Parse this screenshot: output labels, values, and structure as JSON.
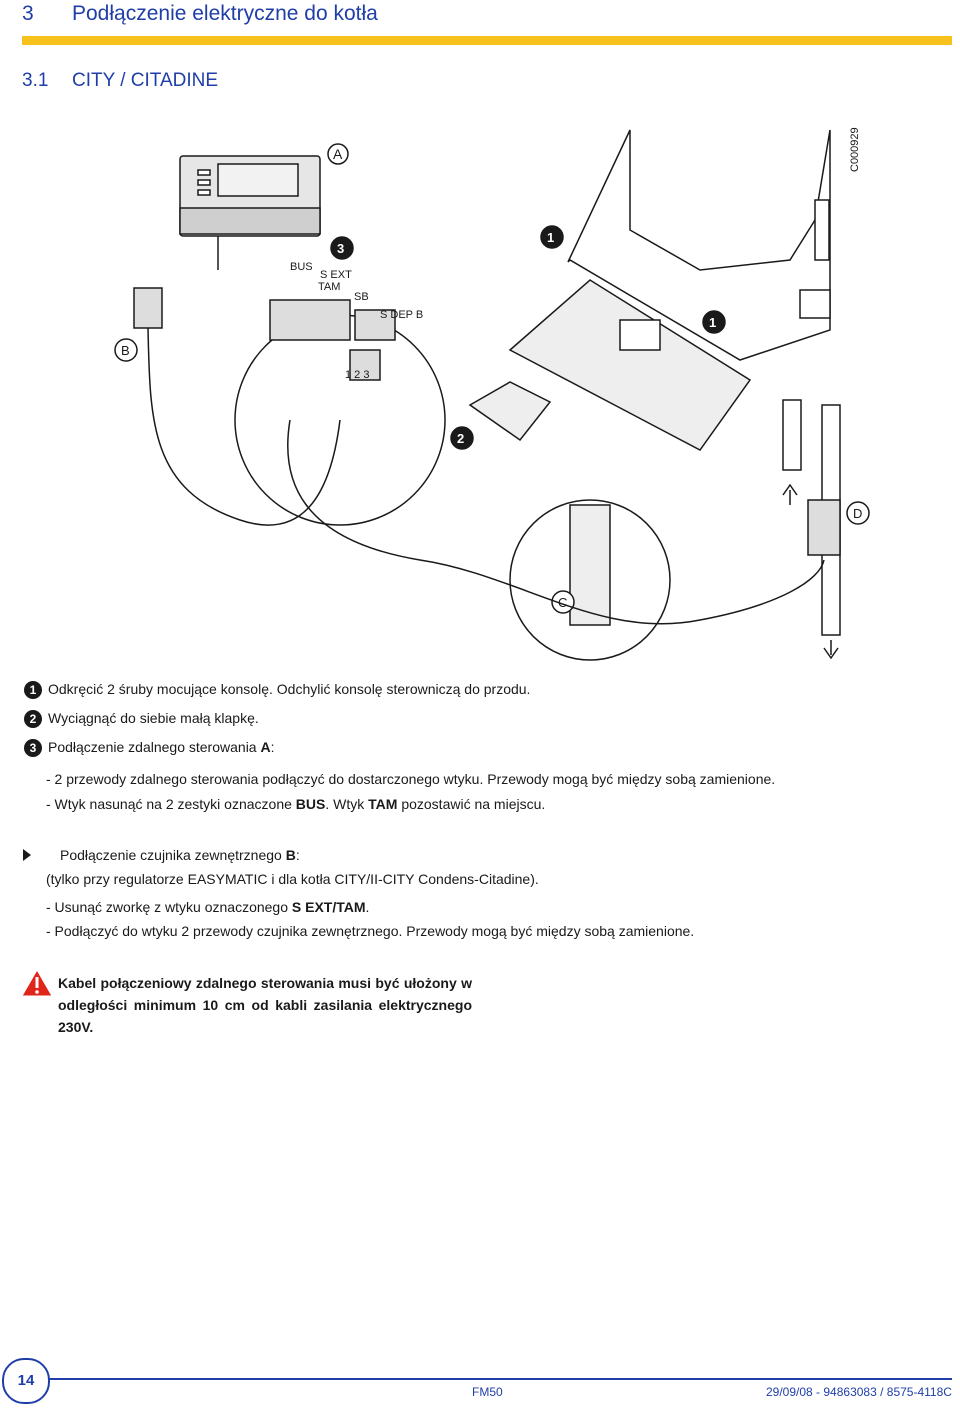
{
  "section": {
    "number": "3",
    "title": "Podłączenie elektryczne do kotła"
  },
  "subsection": {
    "number": "3.1",
    "title": "CITY / CITADINE"
  },
  "figure": {
    "code": "C000929",
    "callouts": [
      "A",
      "B",
      "C",
      "D",
      "1",
      "1",
      "2",
      "3"
    ],
    "connector_labels": [
      "BUS",
      "S EXT",
      "TAM",
      "SB",
      "S DEP B",
      "1 2 3"
    ]
  },
  "steps": [
    {
      "badge": "1",
      "text": "Odkręcić 2 śruby mocujące konsolę. Odchylić konsolę sterowniczą do przodu."
    },
    {
      "badge": "2",
      "text": "Wyciągnąć do siebie małą klapkę."
    },
    {
      "badge": "3",
      "text_before": "Podłączenie zdalnego sterowania ",
      "bold": "A",
      "text_after": ":"
    }
  ],
  "step3_items": {
    "item1": "-  2 przewody zdalnego sterowania podłączyć do dostarczonego wtyku. Przewody mogą być między sobą zamienione.",
    "item2_before": "-  Wtyk nasunąć na 2 zestyki oznaczone ",
    "item2_bold1": "BUS",
    "item2_mid": ". Wtyk ",
    "item2_bold2": "TAM",
    "item2_after": " pozostawić na miejscu."
  },
  "sensor": {
    "title_before": "Podłączenie czujnika zewnętrznego ",
    "title_bold": "B",
    "title_after": ":",
    "note": "(tylko przy regulatorze EASYMATIC i dla kotła CITY/II-CITY Condens-Citadine).",
    "item1_before": "-  Usunąć zworkę z wtyku oznaczonego ",
    "item1_bold": "S EXT/TAM",
    "item1_after": ".",
    "item2": "-  Podłączyć do wtyku 2 przewody czujnika zewnętrznego. Przewody mogą być między sobą zamienione."
  },
  "warning": {
    "icon": "warning-triangle-icon",
    "text": "Kabel połączeniowy zdalnego sterowania musi być ułożony w odległości minimum 10 cm od kabli zasilania elektrycznego 230V."
  },
  "footer": {
    "page": "14",
    "doc": "FM50",
    "ref": "29/09/08 - 94863083 / 8575-4118C"
  },
  "colors": {
    "accent": "#1f3ea8",
    "rule": "#f7c21e"
  }
}
